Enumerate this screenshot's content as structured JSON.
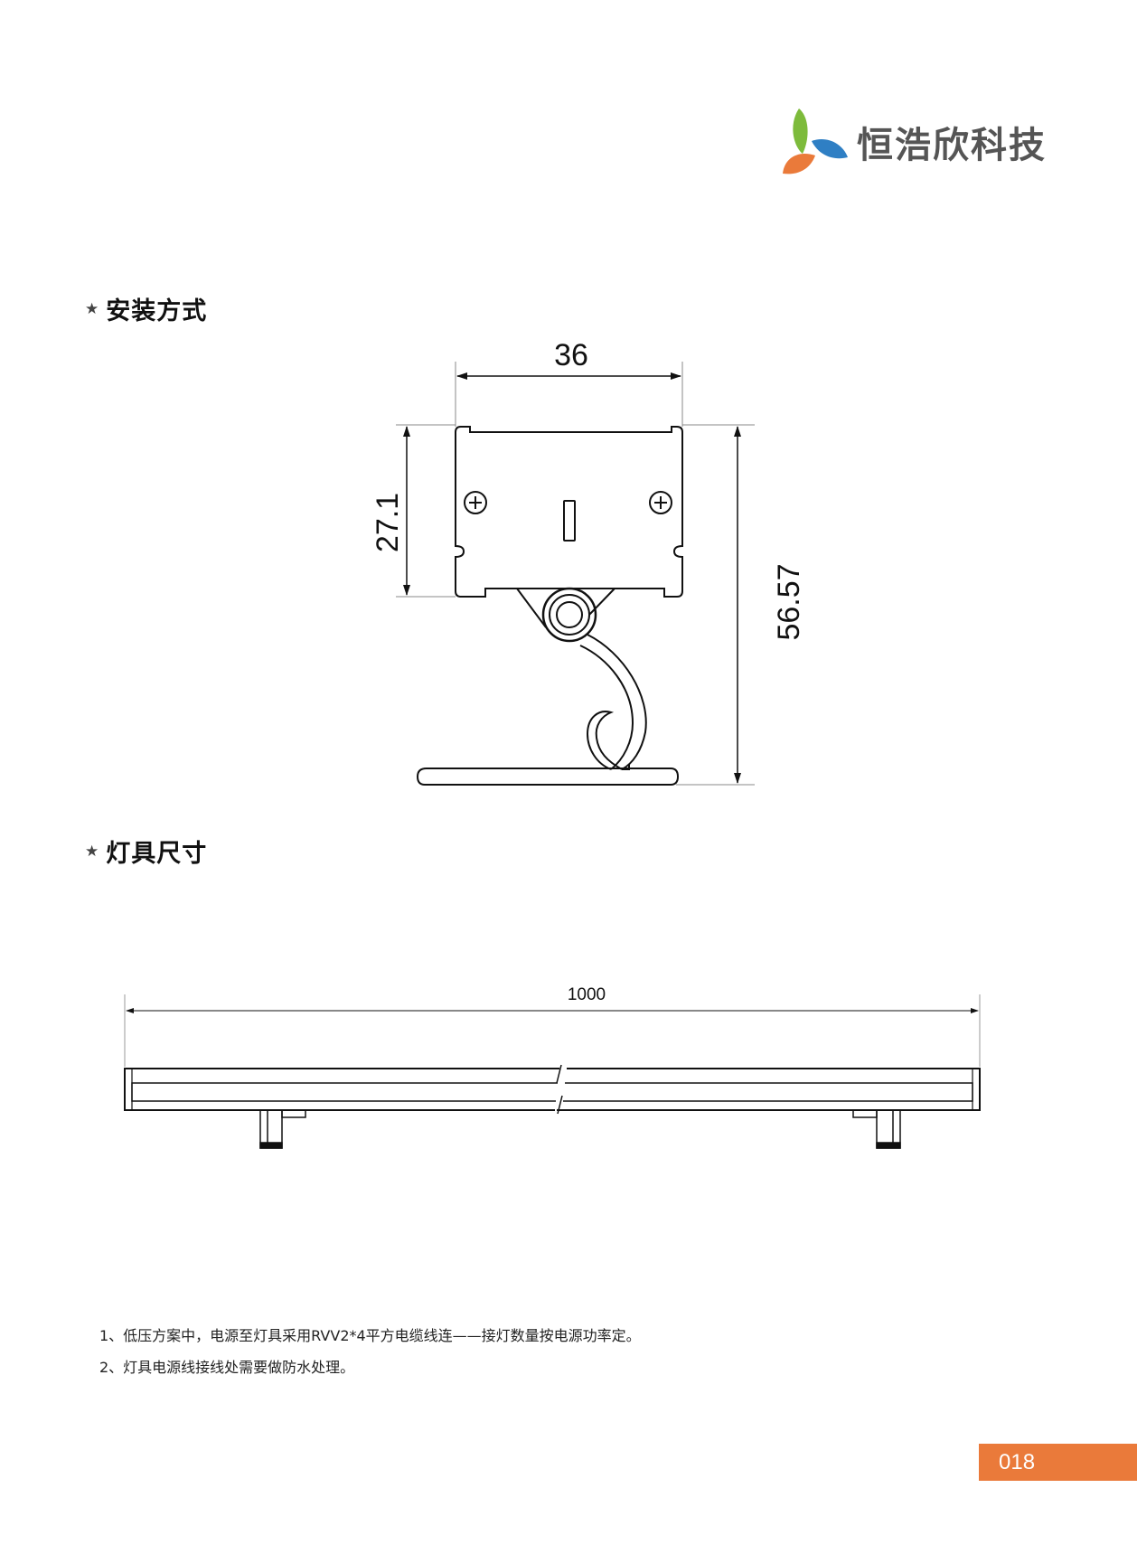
{
  "brand": {
    "name": "恒浩欣科技",
    "colors": {
      "green": "#7dbb3b",
      "blue": "#2f7fc4",
      "orange": "#ea7a3a"
    }
  },
  "sections": {
    "installation": {
      "icon": "star-icon",
      "star": "★",
      "title": "安装方式"
    },
    "dimensions": {
      "icon": "star-icon",
      "star": "★",
      "title": "灯具尺寸"
    }
  },
  "installation_drawing": {
    "width": "36",
    "body_height": "27.1",
    "total_height": "56.57"
  },
  "fixture_drawing": {
    "length": "1000"
  },
  "notes": [
    "1、低压方案中，电源至灯具采用RVV2*4平方电缆线连——接灯数量按电源功率定。",
    "2、灯具电源线接线处需要做防水处理。"
  ],
  "page_number": "018"
}
